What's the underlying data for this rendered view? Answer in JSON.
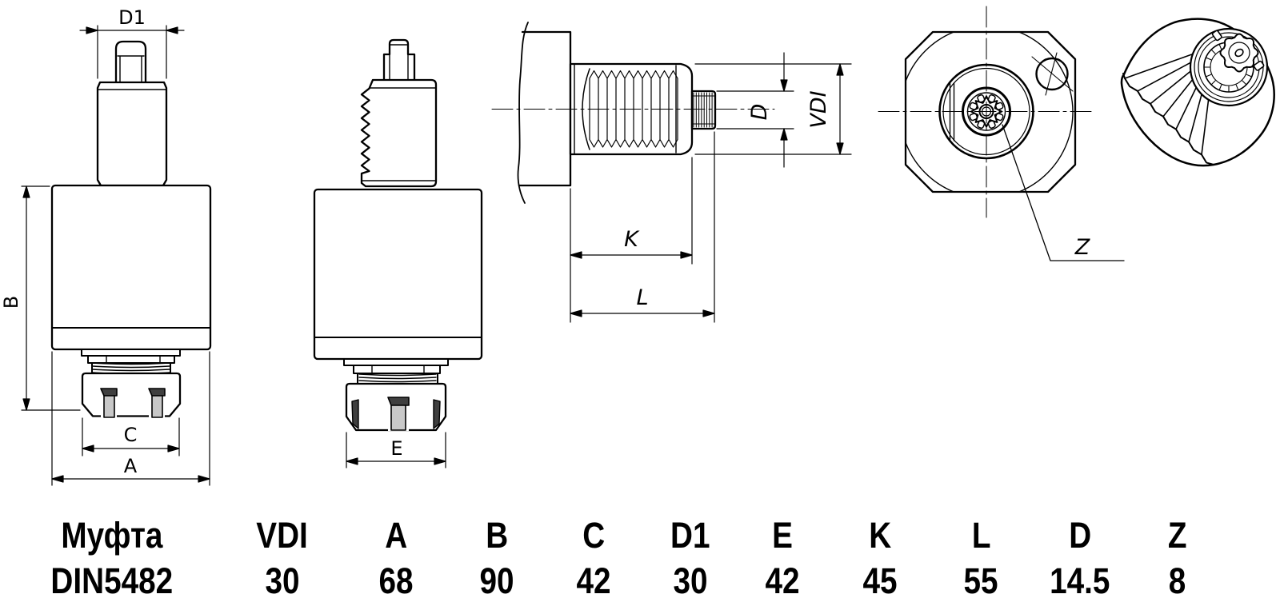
{
  "dims": {
    "d1": "D1",
    "b": "B",
    "c": "C",
    "a": "A",
    "e": "E",
    "k": "K",
    "l": "L",
    "d": "D",
    "vdi": "VDI",
    "z": "Z"
  },
  "table": {
    "headers": [
      "Муфта",
      "VDI",
      "A",
      "B",
      "C",
      "D1",
      "E",
      "K",
      "L",
      "D",
      "Z"
    ],
    "values": [
      "DIN5482",
      "30",
      "68",
      "90",
      "42",
      "30",
      "42",
      "45",
      "55",
      "14.5",
      "8"
    ]
  }
}
